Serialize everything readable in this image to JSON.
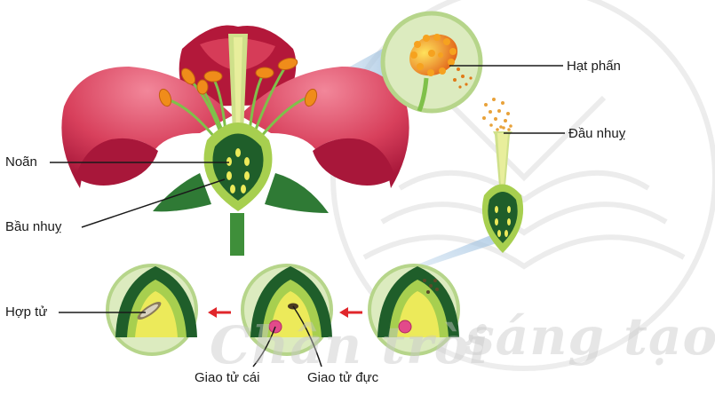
{
  "labels": {
    "pollen": "Hạt phấn",
    "stigma": "Đầu nhuỵ",
    "ovule": "Noãn",
    "ovary": "Bầu nhuỵ",
    "zygote": "Hợp tử",
    "egg_cell": "Giao tử cái",
    "sperm_cell": "Giao tử đực"
  },
  "watermark": {
    "text_left": "Chân trời",
    "text_right": "sáng tạo"
  },
  "icons": {
    "arrow": "red-left-arrow",
    "flower": "flower-cross-section",
    "pistil": "pistil-detail",
    "pollen_zoom": "anther-zoom"
  },
  "colors": {
    "petal": "#d8405c",
    "petal_dark": "#b0183a",
    "stem_green": "#3f8f3a",
    "ovary_dark": "#1f5e2a",
    "ovary_light": "#a7cf4f",
    "inner_yellow": "#ecea5a",
    "anther_orange": "#ef8a1a",
    "arrow_red": "#e0262b",
    "zoom_bg": "#dcebbf",
    "zoom_ring": "#b6d58a",
    "beam": "#a9c7e2"
  }
}
